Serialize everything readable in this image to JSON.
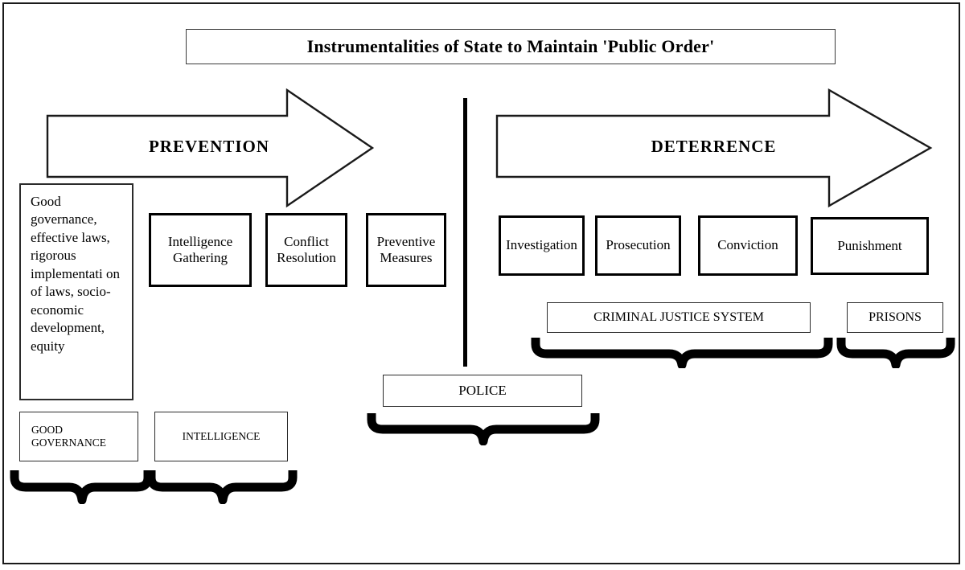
{
  "title": {
    "text": "Instrumentalities of State to Maintain 'Public Order'"
  },
  "arrows": [
    {
      "label": "PREVENTION"
    },
    {
      "label": "DETERRENCE"
    }
  ],
  "prevention": {
    "description_box": {
      "text": "Good governance, effective laws, rigorous implementati on of laws, socio-economic development, equity"
    },
    "stage_boxes": [
      {
        "line1": "Intelligence",
        "line2": "Gathering"
      },
      {
        "line1": "Conflict",
        "line2": "Resolution"
      },
      {
        "line1": "Preventive",
        "line2": "Measures"
      }
    ],
    "grouping_labels": [
      {
        "line1": "GOOD",
        "line2": "GOVERNANCE"
      },
      {
        "line1": "INTELLIGENCE",
        "line2": ""
      }
    ]
  },
  "deterrence": {
    "stage_boxes": [
      {
        "label": "Investigation"
      },
      {
        "label": "Prosecution"
      },
      {
        "label": "Conviction"
      },
      {
        "label": "Punishment"
      }
    ],
    "grouping_labels": [
      {
        "label": "CRIMINAL JUSTICE SYSTEM"
      },
      {
        "label": "PRISONS"
      }
    ]
  },
  "center": {
    "institution_label": "POLICE"
  },
  "colors": {
    "stroke": "#000000",
    "frame": "#1a1a1a",
    "background": "#ffffff"
  }
}
